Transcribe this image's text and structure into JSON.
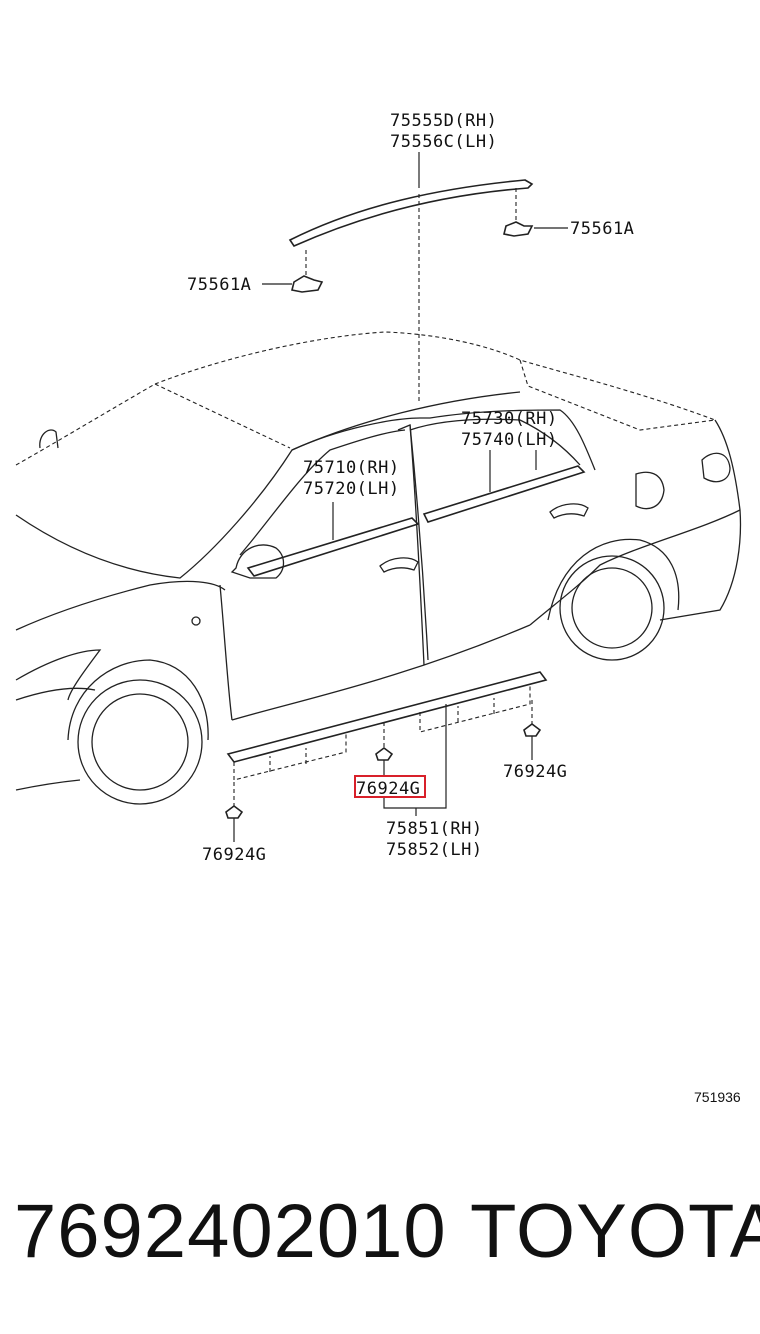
{
  "diagram": {
    "callouts": {
      "top_molding_rh": "75555D(RH)",
      "top_molding_lh": "75556C(LH)",
      "clip_right": "75561A",
      "clip_left": "75561A",
      "rear_door_rh": "75730(RH)",
      "rear_door_lh": "75740(LH)",
      "front_door_rh": "75710(RH)",
      "front_door_lh": "75720(LH)",
      "rocker_clip_right": "76924G",
      "rocker_clip_center": "76924G",
      "rocker_clip_left": "76924G",
      "rocker_molding_rh": "75851(RH)",
      "rocker_molding_lh": "75852(LH)"
    },
    "reference_number": "751936"
  },
  "footer": {
    "part_number": "7692402010",
    "brand": "TOYOTA"
  },
  "colors": {
    "line": "#222222",
    "highlight": "#d8202a",
    "background": "#ffffff"
  }
}
